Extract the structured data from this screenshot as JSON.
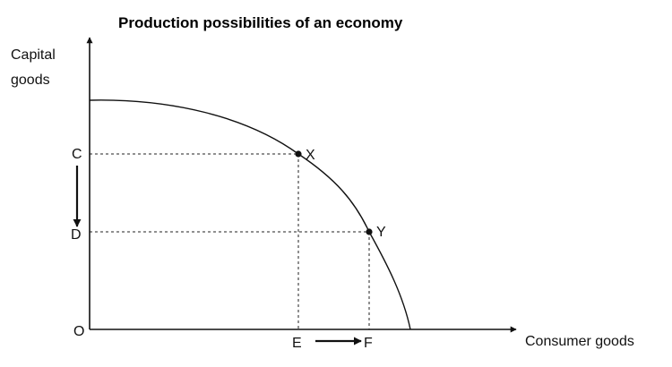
{
  "title": "Production possibilities of an economy",
  "axes": {
    "y_label_line1": "Capital",
    "y_label_line2": "goods",
    "x_label": "Consumer goods"
  },
  "points": {
    "origin": "O",
    "capital_high": "C",
    "capital_low": "D",
    "consumer_low": "E",
    "consumer_high": "F",
    "point_x": "X",
    "point_y": "Y"
  },
  "colors": {
    "ink": "#111111",
    "background": "#ffffff"
  }
}
